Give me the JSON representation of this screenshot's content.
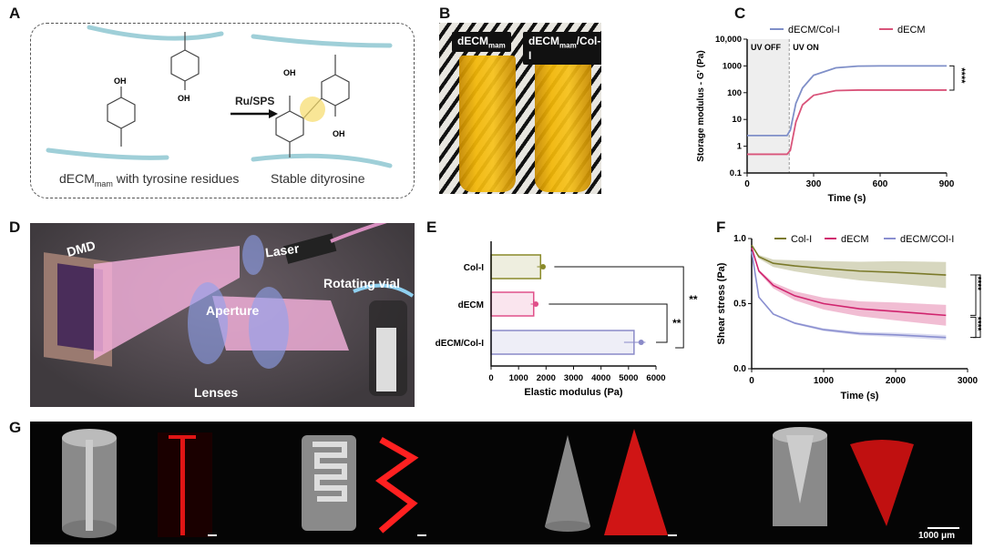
{
  "panels": {
    "a": {
      "label": "A",
      "reagent": "Ru/SPS",
      "oh": "OH",
      "left_caption_main": "dECM",
      "left_caption_sub": "mam",
      "left_caption_rest": " with tyrosine residues",
      "right_caption": "Stable dityrosine"
    },
    "b": {
      "label": "B",
      "vial1_main": "dECM",
      "vial1_sub": "mam",
      "vial2_main": "dECM",
      "vial2_sub": "mam",
      "vial2_rest": "/Col-I",
      "colors": {
        "gel": "#f2b707"
      }
    },
    "c": {
      "label": "C",
      "uv_off": "UV OFF",
      "uv_on": "UV ON",
      "significance": "****"
    },
    "d": {
      "label": "D",
      "dmd": "DMD",
      "laser": "Laser",
      "aperture": "Aperture",
      "lenses": "Lenses",
      "rotating_vial": "Rotating vial"
    },
    "e": {
      "label": "E",
      "sig1": "**",
      "sig2": "**"
    },
    "f": {
      "label": "F",
      "sig1": "****",
      "sig2": "****",
      "sig3": "****"
    },
    "g": {
      "label": "G",
      "scale_bar": "1000 μm"
    }
  },
  "chart_data": [
    {
      "id": "C",
      "type": "line",
      "xlabel": "Time (s)",
      "ylabel": "Storage modulus - G' (Pa)",
      "xlim": [
        0,
        900
      ],
      "ylim": [
        0.1,
        10000
      ],
      "yscale": "log",
      "xticks": [
        "0",
        "300",
        "600",
        "900"
      ],
      "yticks": [
        "0.1",
        "1",
        "10",
        "100",
        "1000",
        "10,000"
      ],
      "legend_position": "top",
      "series": [
        {
          "name": "dECM/Col-I",
          "color": "#7f8fc8",
          "x": [
            0,
            180,
            195,
            220,
            250,
            300,
            400,
            500,
            600,
            900
          ],
          "y": [
            2.5,
            2.5,
            4,
            40,
            150,
            450,
            850,
            980,
            1000,
            1000
          ]
        },
        {
          "name": "dECM",
          "color": "#d9547a",
          "x": [
            0,
            180,
            195,
            220,
            250,
            300,
            400,
            500,
            600,
            900
          ],
          "y": [
            0.5,
            0.5,
            0.7,
            8,
            35,
            80,
            120,
            125,
            125,
            125
          ]
        }
      ]
    },
    {
      "id": "E",
      "type": "bar",
      "orientation": "horizontal",
      "xlabel": "Elastic modulus (Pa)",
      "ylabel": "",
      "xlim": [
        0,
        6000
      ],
      "xticks": [
        "0",
        "1000",
        "2000",
        "3000",
        "4000",
        "5000",
        "6000"
      ],
      "categories": [
        "Col-I",
        "dECM",
        "dECM/Col-I"
      ],
      "values": [
        1800,
        1550,
        5200
      ],
      "colors": [
        "#8a8a2a",
        "#e0508a",
        "#8a8ac8"
      ]
    },
    {
      "id": "F",
      "type": "line",
      "xlabel": "Time (s)",
      "ylabel": "Shear stress (Pa)",
      "xlim": [
        0,
        3000
      ],
      "ylim": [
        0,
        1.0
      ],
      "xticks": [
        "0",
        "1000",
        "2000",
        "3000"
      ],
      "yticks": [
        "0.0",
        "0.5",
        "1.0"
      ],
      "legend_position": "top",
      "series": [
        {
          "name": "Col-I",
          "color": "#7b7a2a",
          "x": [
            0,
            100,
            300,
            600,
            1000,
            1500,
            2000,
            2700
          ],
          "y": [
            0.95,
            0.86,
            0.81,
            0.79,
            0.77,
            0.75,
            0.74,
            0.72
          ]
        },
        {
          "name": "dECM",
          "color": "#d0246e",
          "x": [
            0,
            100,
            300,
            600,
            1000,
            1500,
            2000,
            2700
          ],
          "y": [
            0.93,
            0.75,
            0.64,
            0.56,
            0.5,
            0.46,
            0.44,
            0.41
          ]
        },
        {
          "name": "dECM/COl-I",
          "color": "#8a8fd0",
          "x": [
            0,
            100,
            300,
            600,
            1000,
            1500,
            2000,
            2700
          ],
          "y": [
            0.9,
            0.55,
            0.42,
            0.35,
            0.3,
            0.27,
            0.26,
            0.24
          ]
        }
      ]
    }
  ]
}
